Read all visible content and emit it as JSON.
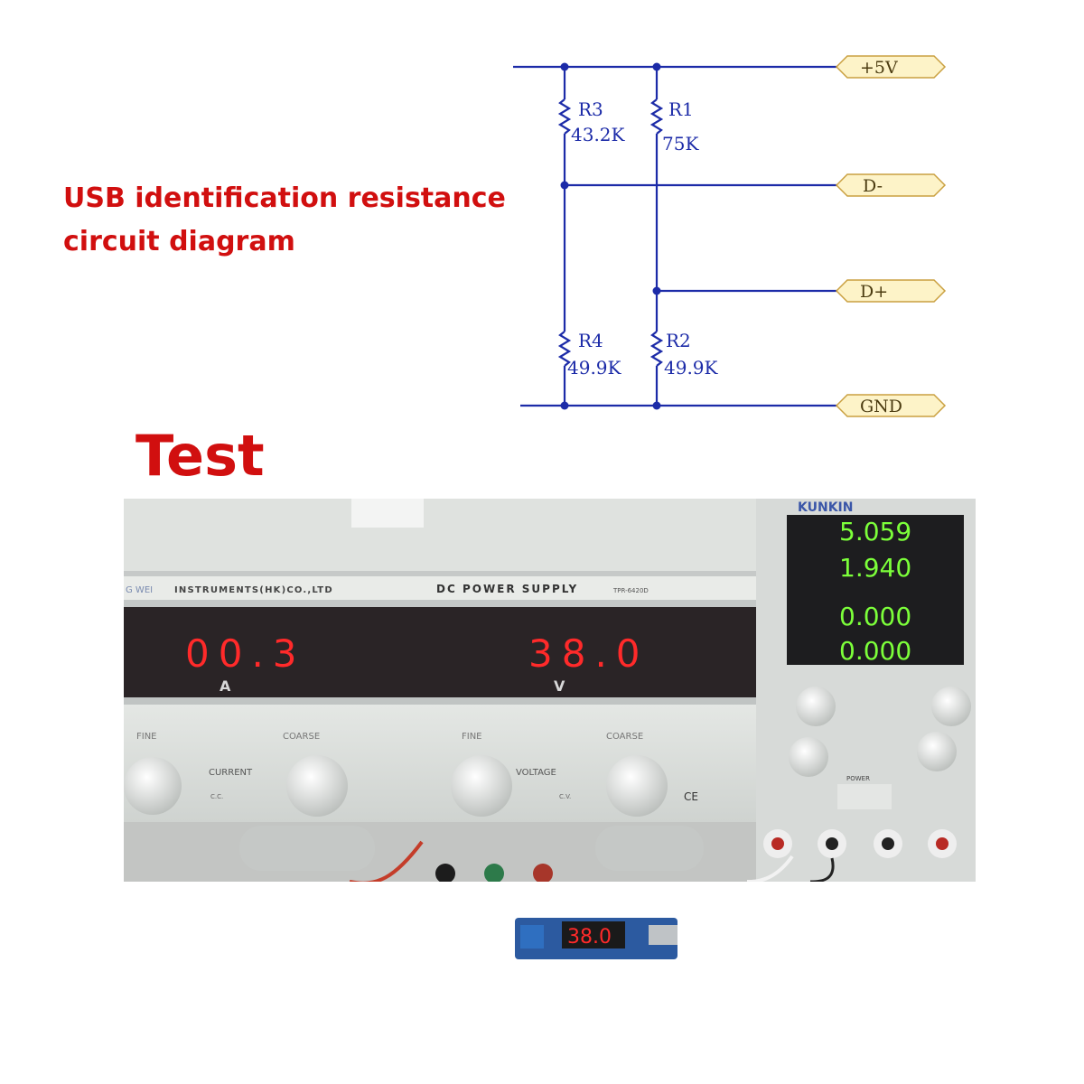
{
  "captions": {
    "diagram_title_line1": "USB identification resistance",
    "diagram_title_line2": "circuit diagram",
    "test_heading": "Test"
  },
  "schematic": {
    "resistors": [
      {
        "ref": "R3",
        "value": "43.2K"
      },
      {
        "ref": "R1",
        "value": "75K"
      },
      {
        "ref": "R4",
        "value": "49.9K"
      },
      {
        "ref": "R2",
        "value": "49.9K"
      }
    ],
    "nets": {
      "vplus": "+5V",
      "dminus": "D-",
      "dplus": "D+",
      "gnd": "GND"
    },
    "colors": {
      "wire": "#1c2ba8",
      "node": "#1c2ba8",
      "label_fill": "#fdf3c8",
      "label_stroke": "#caa040",
      "label_text": "#4b3b10"
    }
  },
  "photo": {
    "brand_left": "INSTRUMENTS(HK)CO.,LTD",
    "brand_prefix": "G WEI",
    "supply_label": "DC POWER SUPPLY",
    "model": "TPR-6420D",
    "readout_current": "00.3",
    "readout_voltage": "38.0",
    "unit_current": "A",
    "unit_voltage": "V",
    "knob_labels": [
      "FINE",
      "COARSE",
      "FINE",
      "COARSE"
    ],
    "group_current": "CURRENT",
    "group_voltage": "VOLTAGE",
    "cc": "C.C.",
    "cv": "C.V.",
    "ce": "CE",
    "right_brand": "KUNKIN",
    "right_readouts": [
      "5.059",
      "1.940",
      "0.000",
      "0.000"
    ],
    "power_label": "POWER",
    "module_readout": "38.0"
  }
}
